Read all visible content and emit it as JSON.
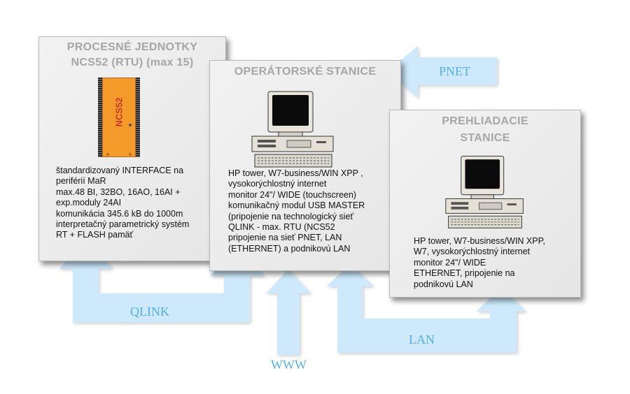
{
  "colors": {
    "arrow_fill": "#cde9fb",
    "arrow_label": "#55aee8",
    "box_title": "#a6a6a6",
    "module_orange": "#f39a2a",
    "module_text": "#c0392b"
  },
  "procesne": {
    "title_line1": "PROCESNÉ JEDNOTKY",
    "title_line2": "NCS52 (RTU) (max 15)",
    "module_label": "NCS52",
    "desc": [
      "štandardizovaný INTERFACE na",
      "periférií MaR",
      "max.48 BI, 32BO, 16AO, 16AI +",
      "exp.moduly 24AI",
      "komunikácia 345.6 kB do 1000m",
      "interpretačný parametrický systém",
      "RT + FLASH pamäť"
    ]
  },
  "operatorske": {
    "title": "OPERÁTORSKÉ STANICE",
    "computer_icon": "desktop-computer-icon",
    "desc": [
      "HP tower, W7-business/WIN XPP ,",
      "vysokorýchlostný internet",
      "monitor 24\"/ WIDE (touchscreen)",
      "komunikačný modul USB MASTER",
      "(pripojenie na technologický sieť",
      "QLINK - max. RTU (NCS52",
      "pripojenie na sieť PNET, LAN",
      "(ETHERNET) a podnikovú LAN"
    ]
  },
  "prehliadacie": {
    "title_line1": "PREHLIADACIE",
    "title_line2": "STANICE",
    "computer_icon": "desktop-computer-icon",
    "desc": [
      "HP tower, W7-business/WIN XPP,",
      "W7, vysokorýchlostný internet",
      "monitor 24\"/ WIDE",
      "ETHERNET, pripojenie na",
      "podnikovú LAN"
    ]
  },
  "arrows": {
    "pnet": "PNET",
    "qlink": "QLINK",
    "www": "WWW",
    "lan": "LAN"
  }
}
